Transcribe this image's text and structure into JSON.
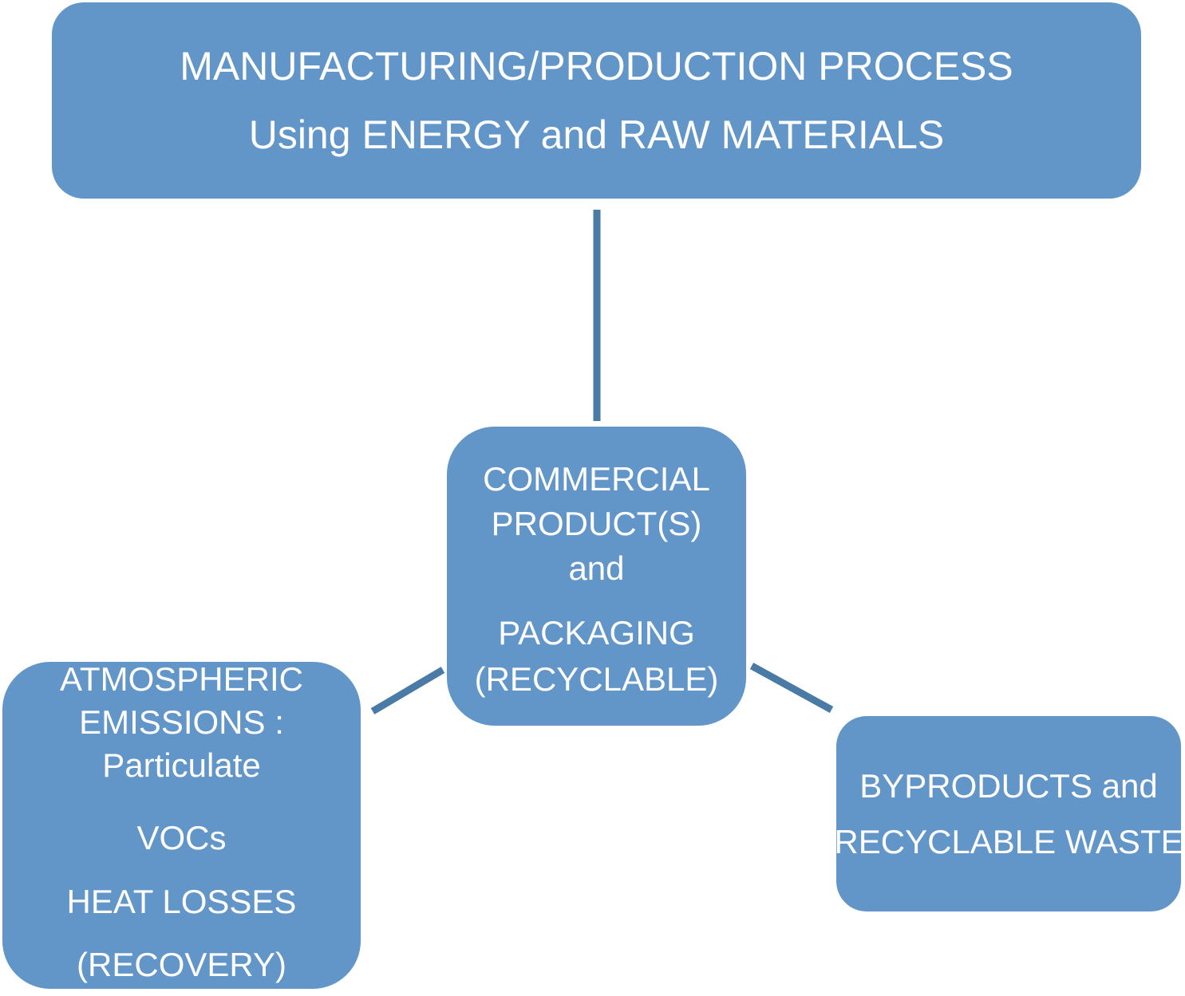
{
  "colors": {
    "box_fill": "#6295c8",
    "connector": "#4a7aa6",
    "text": "#ffffff"
  },
  "nodes": {
    "process": {
      "line1": "MANUFACTURING/PRODUCTION PROCESS",
      "line2": "Using ENERGY and RAW MATERIALS"
    },
    "product": {
      "line1": "COMMERCIAL",
      "line2": "PRODUCT(S)",
      "line3": "and",
      "line4": "PACKAGING",
      "line5": "(RECYCLABLE)"
    },
    "emissions": {
      "line1": "ATMOSPHERIC",
      "line2": "EMISSIONS :",
      "line3": "Particulate",
      "line4": "VOCs",
      "line5": "HEAT LOSSES",
      "line6": "(RECOVERY)"
    },
    "byproducts": {
      "line1": "BYPRODUCTS and",
      "line2": "RECYCLABLE WASTE"
    }
  },
  "edges": [
    {
      "from": "process",
      "to": "product"
    },
    {
      "from": "product",
      "to": "emissions"
    },
    {
      "from": "product",
      "to": "byproducts"
    }
  ]
}
